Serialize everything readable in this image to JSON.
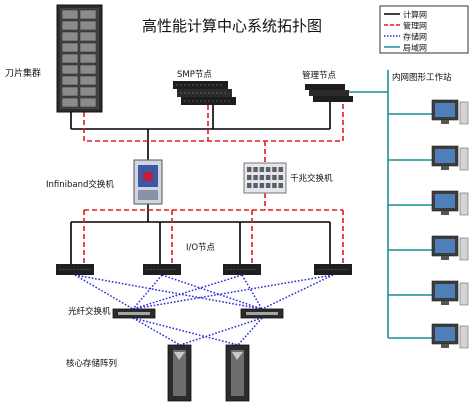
{
  "title": "高性能计算中心系统拓扑图",
  "legend": [
    {
      "label": "计算网",
      "color": "#000000",
      "style": "solid"
    },
    {
      "label": "管理网",
      "color": "#e21b1b",
      "style": "dashed"
    },
    {
      "label": "存储网",
      "color": "#2a2ad4",
      "style": "dotted"
    },
    {
      "label": "局域网",
      "color": "#1a8f98",
      "style": "solid"
    }
  ],
  "labels": {
    "blade_cluster": "刀片集群",
    "smp_node": "SMP节点",
    "mgmt_node": "管理节点",
    "infiniband": "Infiniband交换机",
    "gigabit": "千兆交换机",
    "io_node": "I/O节点",
    "fc_switch": "光纤交换机",
    "storage": "核心存储阵列",
    "workstations": "内网图形工作站"
  },
  "colors": {
    "compute": "#000000",
    "management": "#e21b1b",
    "storage": "#2a2ad4",
    "lan": "#1a8f98"
  }
}
